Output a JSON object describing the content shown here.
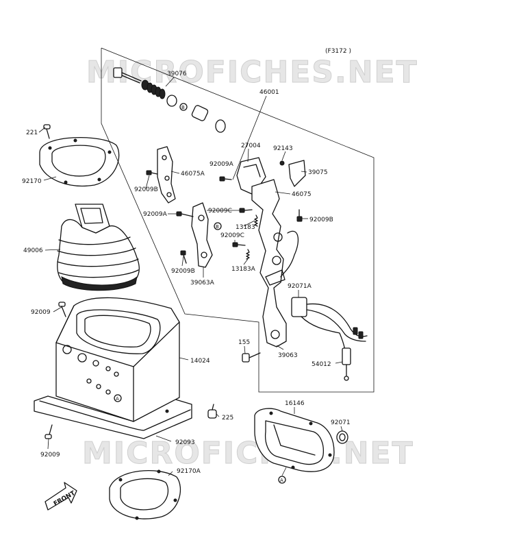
{
  "diagram": {
    "code": "(F3172 )",
    "watermark_top": "MICROFICHES.NET",
    "watermark_bottom": "MICROFICHES.NET",
    "front_label": "FRONT",
    "callouts": [
      {
        "id": "221",
        "text": "221"
      },
      {
        "id": "92170",
        "text": "92170"
      },
      {
        "id": "49006",
        "text": "49006"
      },
      {
        "id": "92009_left",
        "text": "92009"
      },
      {
        "id": "92009_bottom",
        "text": "92009"
      },
      {
        "id": "39076",
        "text": "39076"
      },
      {
        "id": "46001",
        "text": "46001"
      },
      {
        "id": "27004",
        "text": "27004"
      },
      {
        "id": "92143",
        "text": "92143"
      },
      {
        "id": "39075",
        "text": "39075"
      },
      {
        "id": "92009A_a",
        "text": "92009A"
      },
      {
        "id": "46075A",
        "text": "46075A"
      },
      {
        "id": "92009B_a",
        "text": "92009B"
      },
      {
        "id": "46075",
        "text": "46075"
      },
      {
        "id": "92009A_b",
        "text": "92009A"
      },
      {
        "id": "92009C_a",
        "text": "92009C"
      },
      {
        "id": "92009B_b",
        "text": "92009B"
      },
      {
        "id": "13183",
        "text": "13183"
      },
      {
        "id": "92009C_b",
        "text": "92009C"
      },
      {
        "id": "13183A",
        "text": "13183A"
      },
      {
        "id": "92009B_c",
        "text": "92009B"
      },
      {
        "id": "39063A",
        "text": "39063A"
      },
      {
        "id": "92071A",
        "text": "92071A"
      },
      {
        "id": "155",
        "text": "155"
      },
      {
        "id": "39063",
        "text": "39063"
      },
      {
        "id": "54012",
        "text": "54012"
      },
      {
        "id": "14024",
        "text": "14024"
      },
      {
        "id": "225",
        "text": "225"
      },
      {
        "id": "16146",
        "text": "16146"
      },
      {
        "id": "92071",
        "text": "92071"
      },
      {
        "id": "92093",
        "text": "92093"
      },
      {
        "id": "92170A",
        "text": "92170A"
      }
    ],
    "markers": {
      "a": "A",
      "b": "B"
    }
  }
}
